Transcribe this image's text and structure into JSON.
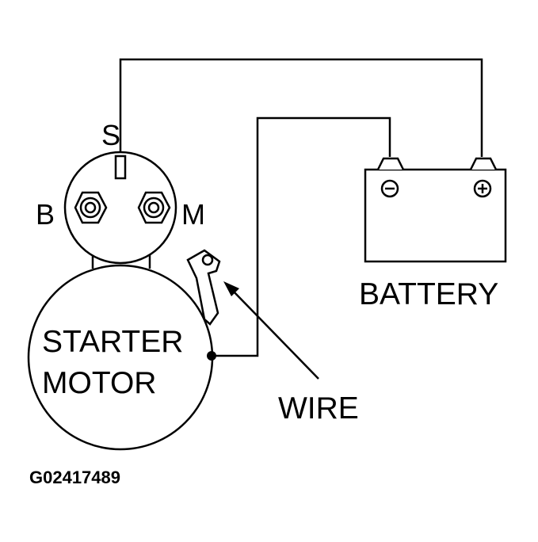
{
  "labels": {
    "solenoid_s": "S",
    "solenoid_b": "B",
    "solenoid_m": "M",
    "starter_line1": "STARTER",
    "starter_line2": "MOTOR",
    "battery": "BATTERY",
    "wire": "WIRE",
    "figure_id": "G02417489"
  },
  "battery_terminals": {
    "negative_symbol": "minus-sign",
    "positive_symbol": "plus-sign"
  },
  "colors": {
    "line": "#000000",
    "background": "#ffffff"
  }
}
